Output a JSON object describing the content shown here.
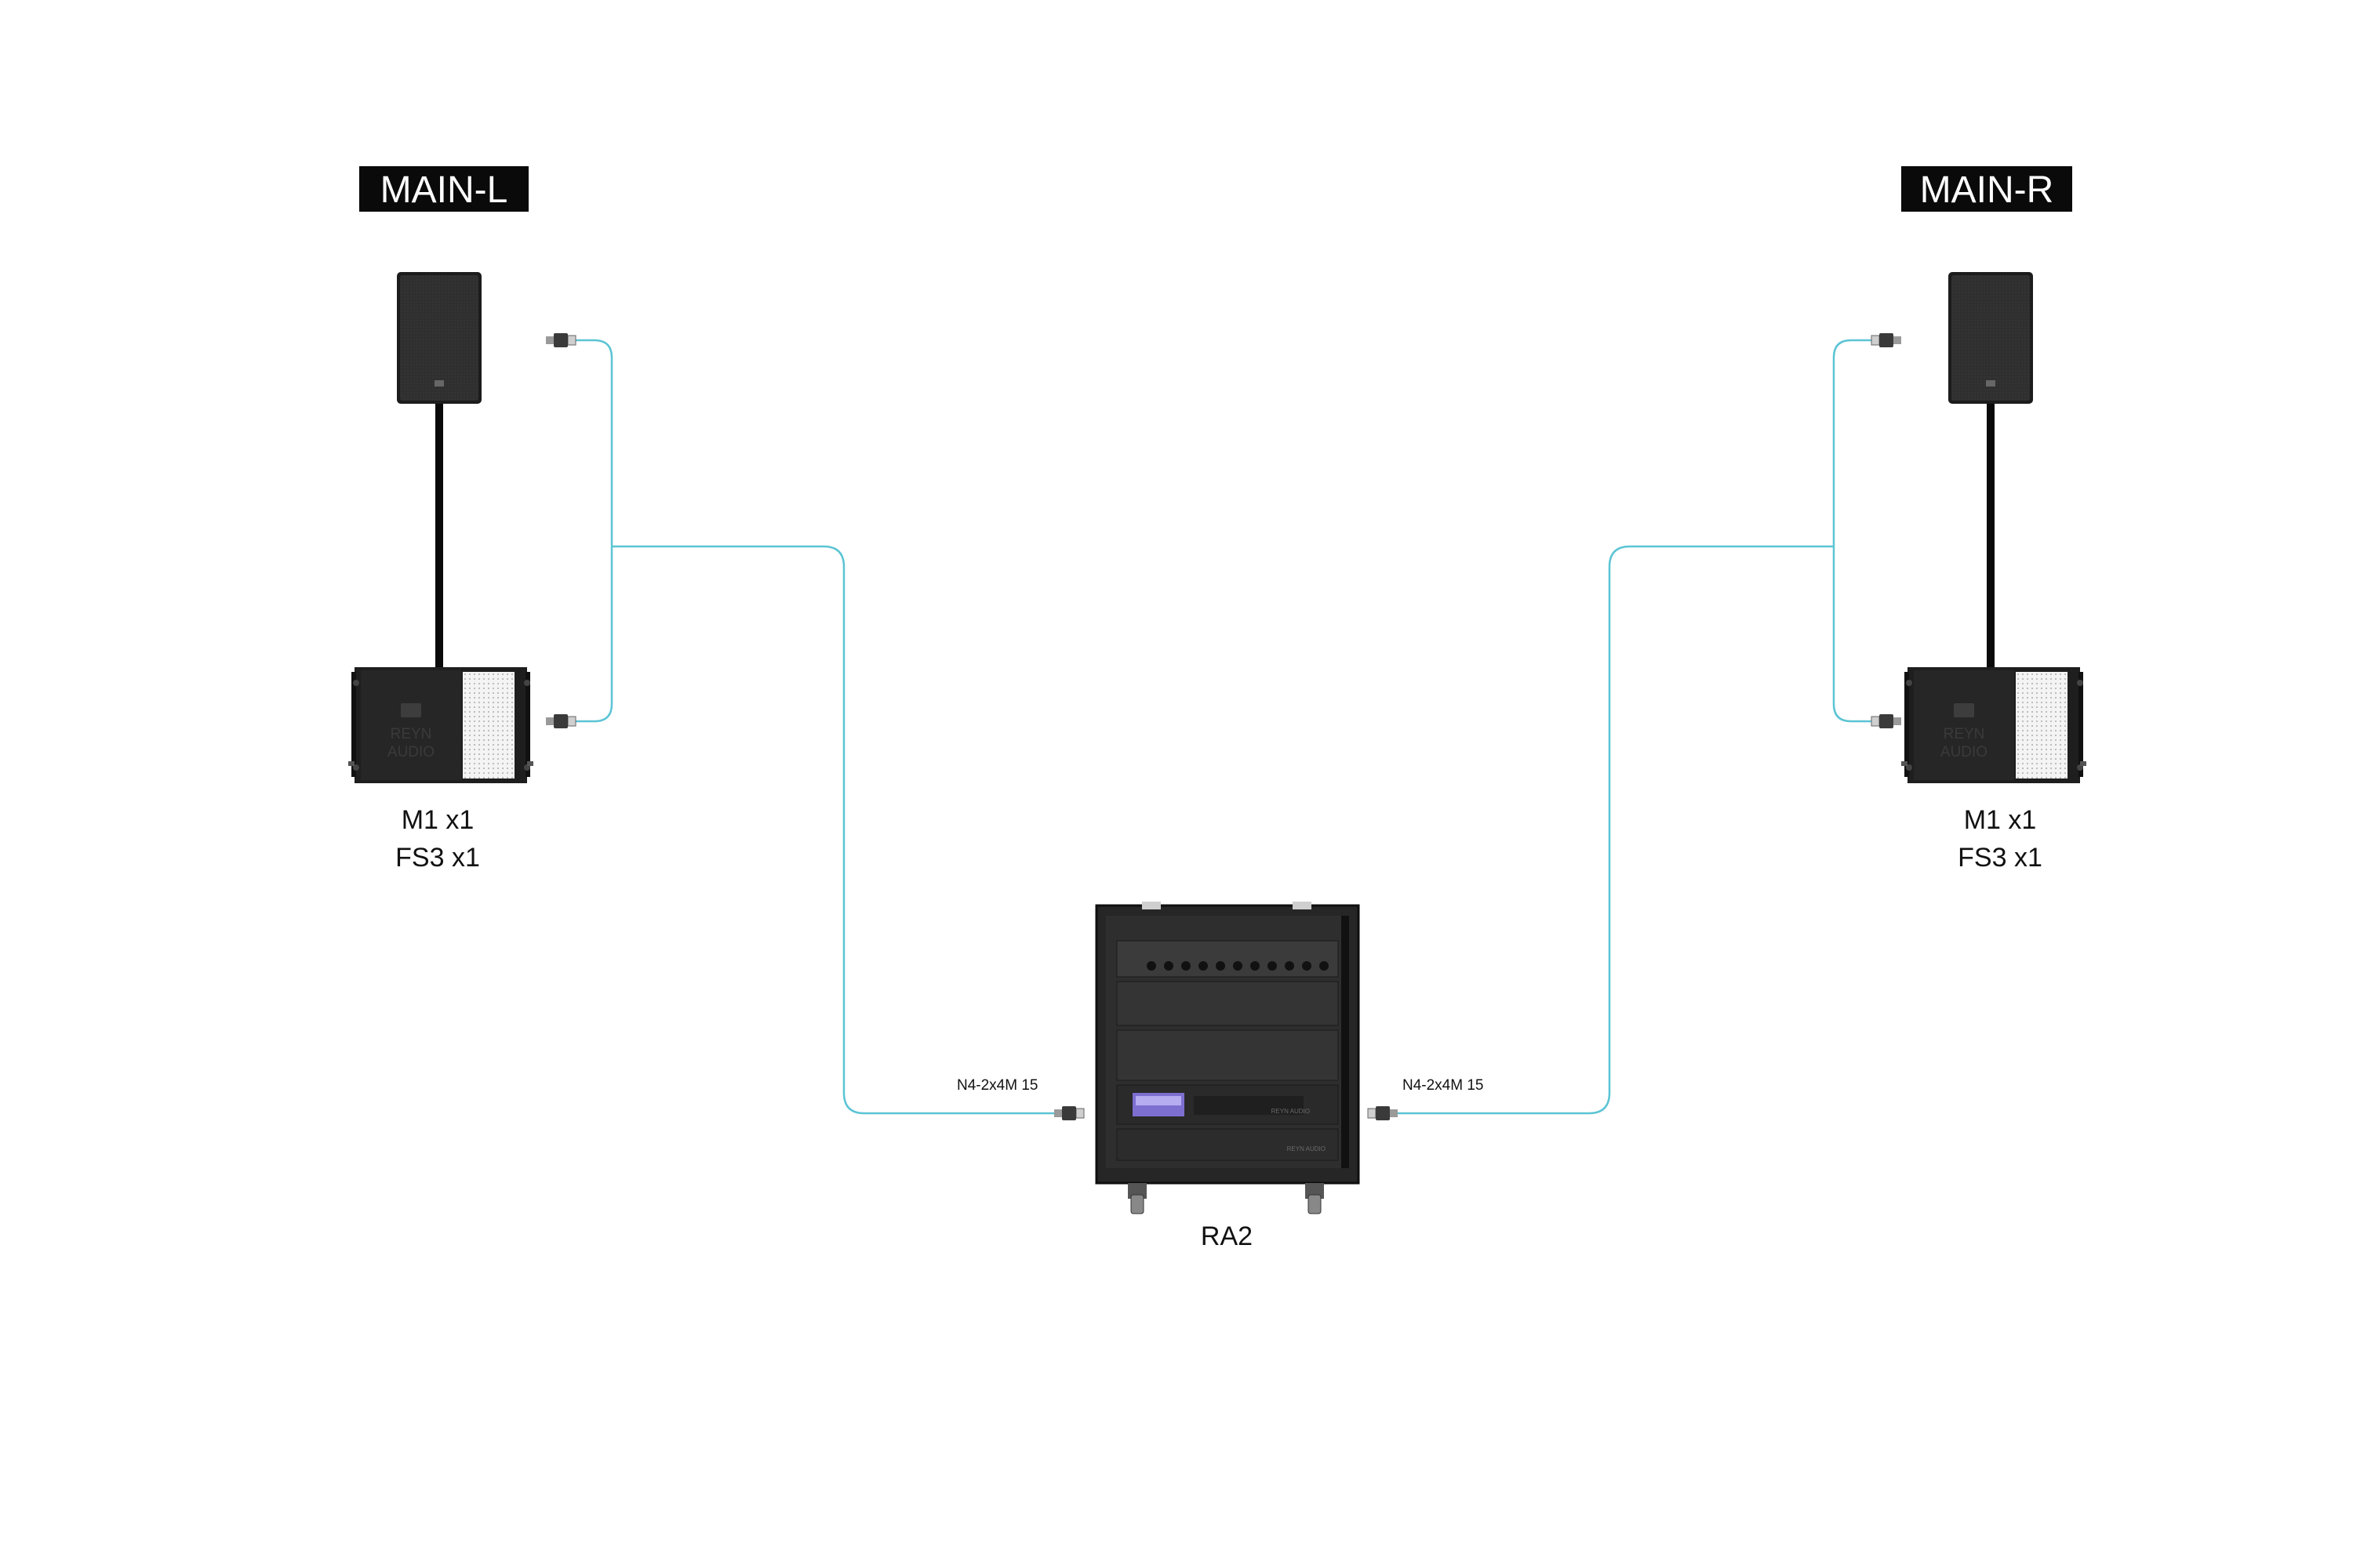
{
  "groups": {
    "left": {
      "title": "MAIN-L",
      "items": [
        "M1 x1",
        "FS3 x1"
      ],
      "brand": [
        "REYN",
        "AUDIO"
      ]
    },
    "right": {
      "title": "MAIN-R",
      "items": [
        "M1 x1",
        "FS3 x1"
      ],
      "brand": [
        "REYN",
        "AUDIO"
      ]
    }
  },
  "rack": {
    "label": "RA2",
    "panel_brand": "REYN AUDIO"
  },
  "cables": {
    "left": "N4-2x4M 15",
    "right": "N4-2x4M 15"
  },
  "colors": {
    "cable": "#5bc4d4",
    "label_bg": "#0a0a0a",
    "device": "#2b2b2b"
  }
}
